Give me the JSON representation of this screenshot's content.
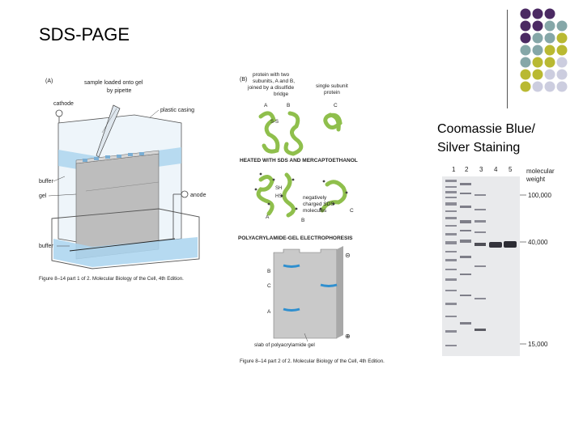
{
  "slide": {
    "title": "SDS-PAGE",
    "subtitle_line1": "Coomassie Blue/",
    "subtitle_line2": "Silver Staining"
  },
  "decor": {
    "dot_colors": [
      "#4b2a63",
      "#85a7a8",
      "#b9b932",
      "#cccddf"
    ]
  },
  "figA": {
    "panel": "(A)",
    "label_sample": "sample loaded onto gel",
    "label_sample2": "by pipette",
    "label_cathode": "cathode",
    "label_casing": "plastic casing",
    "label_buffer_top": "buffer",
    "label_gel": "gel",
    "label_anode": "anode",
    "label_buffer_bottom": "buffer",
    "caption": "Figure 8–14 part 1 of 2. Molecular Biology of the Cell, 4th Edition."
  },
  "figB": {
    "panel": "(B)",
    "protein_desc1": "protein with two",
    "protein_desc2": "subunits, A and B,",
    "protein_desc3": "joined by a disulfide",
    "protein_desc4": "bridge",
    "single_desc1": "single subunit",
    "single_desc2": "protein",
    "sub_a": "A",
    "sub_b": "B",
    "sub_c": "C",
    "ss": "S-S",
    "step1": "HEATED WITH SDS AND MERCAPTOETHANOL",
    "sh1": "SH",
    "sh2": "HS",
    "neg1": "negatively",
    "neg2": "charged SDS",
    "neg3": "molecules",
    "step2": "POLYACRYLAMIDE-GEL ELECTROPHORESIS",
    "minus": "⊝",
    "plus": "⊕",
    "slab": "slab of polyacrylamide gel",
    "caption": "Figure 8–14 part 2 of 2. Molecular Biology of the Cell, 4th Edition."
  },
  "gelPhoto": {
    "lanes": [
      "1",
      "2",
      "3",
      "4",
      "5"
    ],
    "mw_label1": "molecular",
    "mw_label2": "weight",
    "mw_100k": "100,000",
    "mw_40k": "40,000",
    "mw_15k": "15,000"
  }
}
